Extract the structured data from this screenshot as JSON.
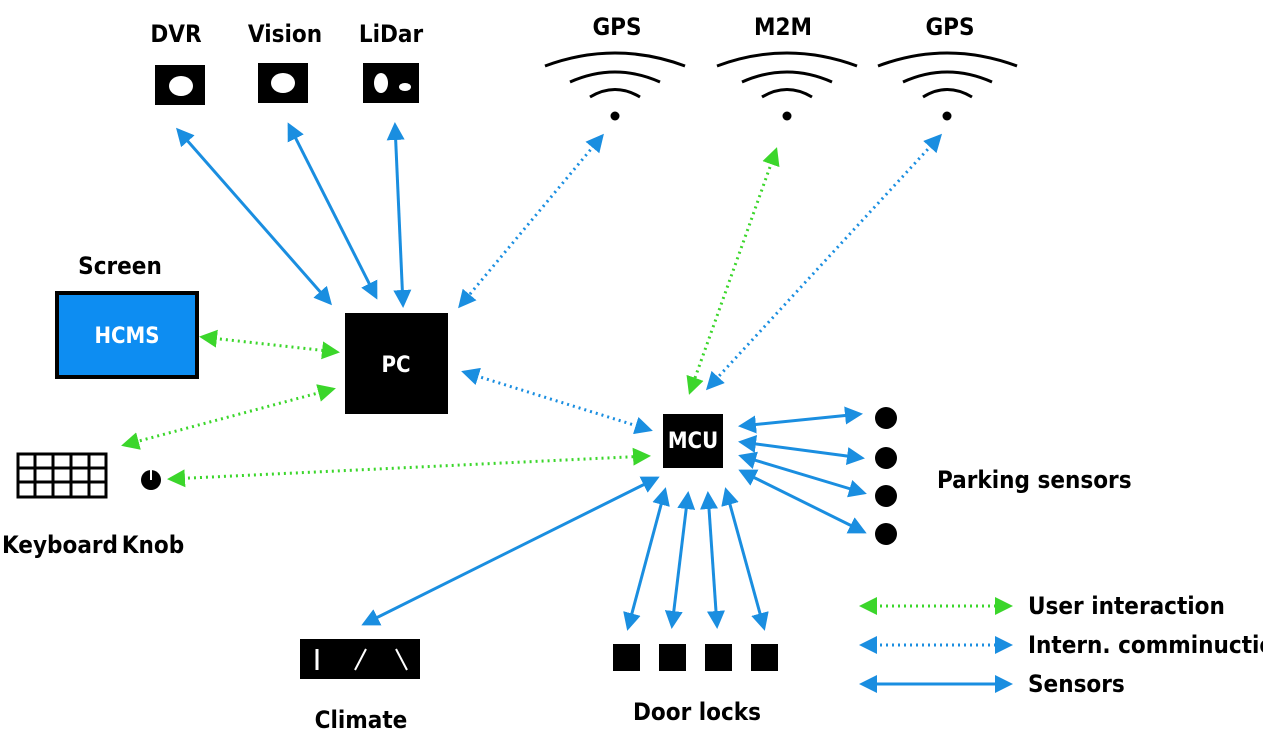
{
  "nodes": {
    "dvr": "DVR",
    "vision": "Vision",
    "lidar": "LiDar",
    "gps1": "GPS",
    "m2m": "M2M",
    "gps2": "GPS",
    "screen": "Screen",
    "hcms": "HCMS",
    "pc": "PC",
    "mcu": "MCU",
    "keyboard": "Keyboard",
    "knob": "Knob",
    "parking": "Parking sensors",
    "climate": "Climate",
    "doorlocks": "Door locks"
  },
  "legend": {
    "user": "User interaction",
    "intern": "Intern. comminuction",
    "sensors": "Sensors"
  },
  "colors": {
    "green": "#3bd62b",
    "blue": "#1a8ee0",
    "hcms_fill": "#0d8df2",
    "black": "#000000"
  }
}
